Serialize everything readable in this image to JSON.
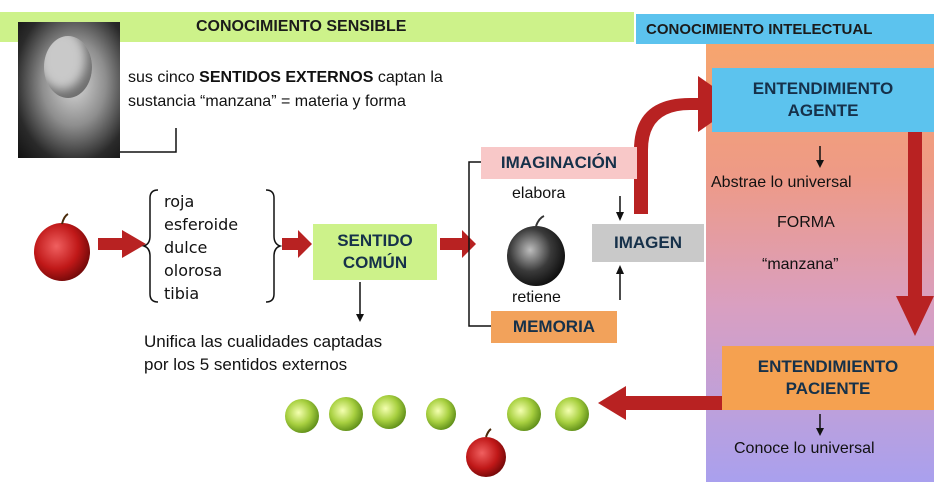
{
  "banners": {
    "sensible": "CONOCIMIENTO SENSIBLE",
    "intelectual": "CONOCIMIENTO INTELECTUAL"
  },
  "intro": {
    "pre": "sus cinco ",
    "bold": "SENTIDOS EXTERNOS",
    "post1": " captan la",
    "line2": "sustancia  “manzana” = materia y forma"
  },
  "qualities": [
    "roja",
    "esferoide",
    "dulce",
    "olorosa",
    "tibia"
  ],
  "sentido_comun": {
    "line1": "SENTIDO",
    "line2": "COMÚN"
  },
  "unifica": {
    "line1": "Unifica las cualidades captadas",
    "line2": "por los 5 sentidos externos"
  },
  "imaginacion": "IMAGINACIÓN",
  "elabora": "elabora",
  "retiene": "retiene",
  "memoria": "MEMORIA",
  "imagen": "IMAGEN",
  "agente": {
    "line1": "ENTENDIMIENTO",
    "line2": "AGENTE"
  },
  "abstrae": "Abstrae lo universal",
  "forma": "FORMA",
  "manzana": "“manzana”",
  "paciente": {
    "line1": "ENTENDIMIENTO",
    "line2": "PACIENTE"
  },
  "conoce": "Conoce lo universal",
  "colors": {
    "arrow_red": "#b82222",
    "sensible_green": "#cdf28a",
    "intelectual_blue": "#5cc3ee",
    "memoria_orange": "#f2a25b",
    "imaginacion_pink": "#f8c8c8",
    "imagen_gray": "#c9c9c9"
  }
}
